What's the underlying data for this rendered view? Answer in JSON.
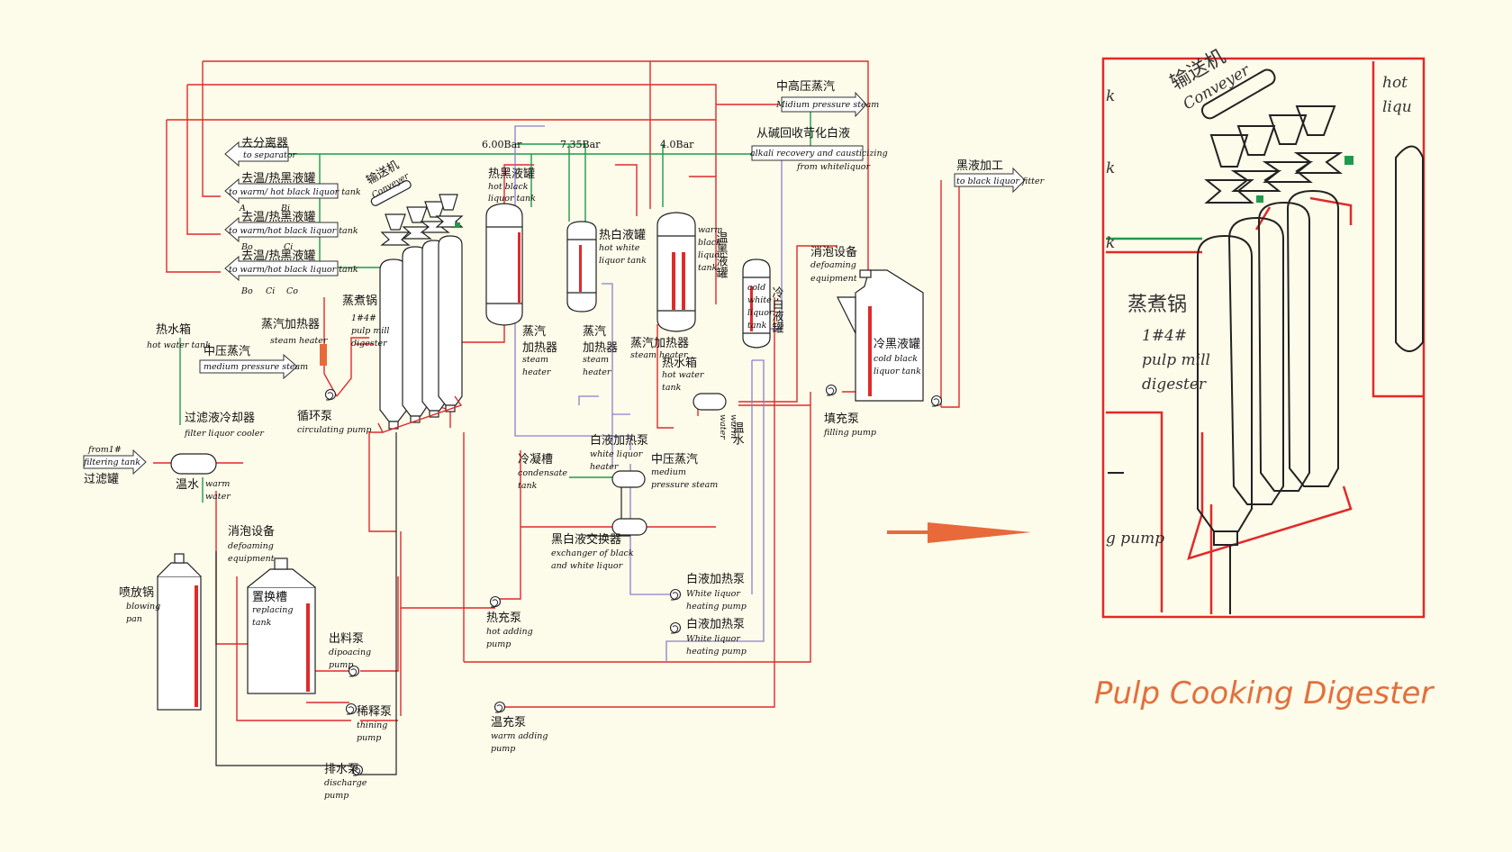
{
  "labels": {
    "to_separator": {
      "cn": "去分离器",
      "en": "to separator"
    },
    "to_warm_a": {
      "cn": "去温/热黑液罐",
      "en": "to warm/ hot black liquor tank"
    },
    "to_warm_b": {
      "cn": "去温/热黑液罐",
      "en": "to warm/hot black liquor tank"
    },
    "to_warm_c": {
      "cn": "去温/热黑液罐",
      "en": "to warm/hot black liquor tank"
    },
    "conveyer": {
      "cn": "输送机",
      "en": "Conveyer"
    },
    "pulp_mill": {
      "cn": "蒸煮锅",
      "num": "1#4#",
      "en1": "pulp mill",
      "en2": "digester"
    },
    "steam_heater_left": {
      "cn": "蒸汽加热器",
      "en": "steam heater"
    },
    "hot_water_tank_left": {
      "cn": "热水箱",
      "en": "hot water tank"
    },
    "medium_steam_left": {
      "cn": "中压蒸汽",
      "en": "medium pressure steam"
    },
    "circ_pump": {
      "cn": "循环泵",
      "en": "circulating pump"
    },
    "filter_cooler": {
      "cn": "过滤液冷却器",
      "en": "filter liquor cooler"
    },
    "filtering_tank": {
      "en1": "from1#",
      "en2": "filtering tank",
      "cn": "过滤罐"
    },
    "warm_water_left": {
      "cn": "温水",
      "en1": "warm",
      "en2": "water"
    },
    "defoam_left": {
      "cn": "消泡设备",
      "en1": "defoaming",
      "en2": "equipment"
    },
    "blowing_pan": {
      "cn": "喷放锅",
      "en1": "blowing",
      "en2": "pan"
    },
    "replacing_tank": {
      "cn": "置换槽",
      "en1": "replacing",
      "en2": "tank"
    },
    "dipoacing_pump": {
      "cn": "出料泵",
      "en1": "dipoacing",
      "en2": "pump"
    },
    "thining_pump": {
      "cn": "稀释泵",
      "en1": "thining",
      "en2": "pump"
    },
    "discharge_pump": {
      "cn": "排水泵",
      "en1": "discharge",
      "en2": "pump"
    },
    "hot_adding_pump": {
      "cn": "热充泵",
      "en1": "hot adding",
      "en2": "pump"
    },
    "warm_adding_pump": {
      "cn": "温充泵",
      "en1": "warm adding",
      "en2": "pump"
    },
    "bar_600": "6.00Bar",
    "bar_735": "7.35Bar",
    "bar_400": "4.0Bar",
    "hot_black_tank": {
      "cn": "热黑液罐",
      "en1": "hot black",
      "en2": "liquor tank"
    },
    "hot_white_tank": {
      "cn": "热白液罐",
      "en1": "hot white",
      "en2": "liquor tank"
    },
    "warm_black_tank": {
      "cn": "温黑液罐",
      "en1": "warm",
      "en2": "black",
      "en3": "liquor",
      "en4": "tank"
    },
    "cold_white_tank": {
      "cn": "冷白液罐",
      "en1": "cold",
      "en2": "white",
      "en3": "liquor",
      "en4": "tank"
    },
    "steam_heater_1": {
      "cn1": "蒸汽",
      "cn2": "加热器",
      "en1": "steam",
      "en2": "heater"
    },
    "steam_heater_2": {
      "cn1": "蒸汽",
      "cn2": "加热器",
      "en1": "steam",
      "en2": "heater"
    },
    "steam_heater_3": {
      "cn": "蒸汽加热器",
      "en": "steam heater"
    },
    "hot_water_tank_mid": {
      "cn": "热水箱",
      "en1": "hot water",
      "en2": "tank"
    },
    "warm_water_mid": {
      "cn": "温水",
      "en1": "warm",
      "en2": "water"
    },
    "condensate_tank": {
      "cn": "冷凝槽",
      "en1": "condensate",
      "en2": "tank"
    },
    "white_liquor_heater": {
      "cn": "白液加热泵",
      "en1": "white liquor",
      "en2": "heater"
    },
    "medium_steam_mid": {
      "cn": "中压蒸汽",
      "en1": "medium",
      "en2": "pressure steam"
    },
    "exchanger": {
      "cn": "黑白液交换器",
      "en1": "exchanger of black",
      "en2": "and white liquor"
    },
    "white_heating_pump_1": {
      "cn": "白液加热泵",
      "en1": "White liquor",
      "en2": "heating pump"
    },
    "white_heating_pump_2": {
      "cn": "白液加热泵",
      "en1": "White liquor",
      "en2": "heating pump"
    },
    "medium_steam_top": {
      "cn": "中高压蒸汽",
      "en": "Midium pressure steam"
    },
    "alkali_recovery": {
      "cn": "从碱回收苛化白液",
      "en1": "alkali recovery and causticizing",
      "en2": "from whiteliquor"
    },
    "defoam_right": {
      "cn": "消泡设备",
      "en1": "defoaming",
      "en2": "equipment"
    },
    "cold_black_tank": {
      "cn": "冷黑液罐",
      "en1": "cold black",
      "en2": "liquor tank"
    },
    "filling_pump": {
      "cn": "填充泵",
      "en": "filling pump"
    },
    "black_processing": {
      "cn": "黑液加工",
      "en": "to black liquor fitter"
    },
    "small_letters": [
      "A",
      "Bi",
      "Bo",
      "Ci",
      "Bo",
      "Ci",
      "Co"
    ]
  },
  "zoom": {
    "conveyer_cn": "输送机",
    "conveyer_en": "Conveyer",
    "digester_cn": "蒸煮锅",
    "digester_num": "1#4#",
    "digester_en1": "pulp mill",
    "digester_en2": "digester",
    "pump_en": "g pump",
    "edge_hot": "hot",
    "edge_liq": "liqu",
    "edge_k": "k"
  },
  "caption": "Pulp Cooking Digester",
  "colors": {
    "red": "#e02a2a",
    "green": "#1f9a4c",
    "purple": "#8a7fcf",
    "ink": "#222222",
    "accent": "#e8693a",
    "bg": "#fdfbea"
  }
}
